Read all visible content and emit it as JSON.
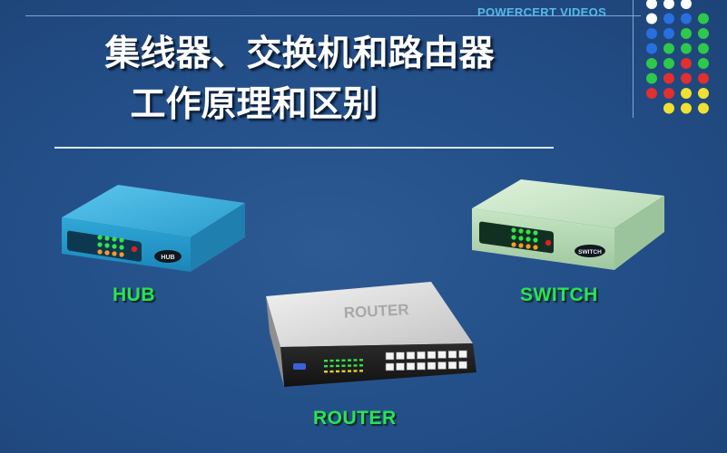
{
  "brand": "POWERCERT VIDEOS",
  "title": {
    "line1": "集线器、交换机和路由器",
    "line2": "工作原理和区别"
  },
  "devices": {
    "hub": {
      "label": "HUB",
      "badge": "HUB",
      "color": "#2ea6d6"
    },
    "switch": {
      "label": "SWITCH",
      "badge": "SWITCH",
      "color": "#bfe0c0"
    },
    "router": {
      "label": "ROUTER",
      "printed_name": "ROUTER"
    }
  },
  "colors": {
    "label_green": "#2ee05a",
    "background": "#24508a",
    "brand_blue": "#58b8e8"
  }
}
